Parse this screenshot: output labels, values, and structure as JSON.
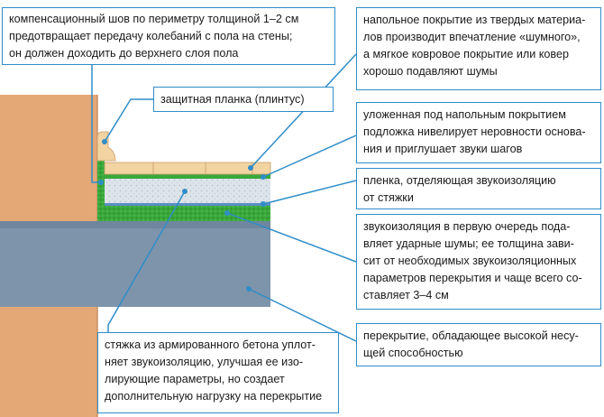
{
  "callouts": {
    "expansion_joint": {
      "lines": [
        "компенсационный шов по периметру толщиной 1–2 см",
        "предотвращает передачу колебаний с пола на стены;",
        "он должен доходить до верхнего слоя пола"
      ]
    },
    "floor_covering": {
      "lines": [
        "напольное покрытие из твердых материа-",
        "лов производит впечатление «шумного»,",
        "а мягкое ковровое покрытие или ковер",
        "хорошо подавляют шумы"
      ]
    },
    "baseboard": {
      "lines": [
        "защитная планка (плинтус)"
      ]
    },
    "underlay": {
      "lines": [
        "уложенная под напольным покрытием",
        "подложка нивелирует неровности основа-",
        "ния и приглушает звуки шагов"
      ]
    },
    "film": {
      "lines": [
        "пленка, отделяющая звукоизоляцию",
        "от стяжки"
      ]
    },
    "sound_insulation": {
      "lines": [
        "звукоизоляция в первую очередь пода-",
        "вляет ударные шумы; ее толщина зави-",
        "сит от необходимых звукоизоляционных",
        "параметров перекрытия и чаще всего со-",
        "ставляет 3–4 см"
      ]
    },
    "slab": {
      "lines": [
        "перекрытие, обладающее высокой несу-",
        "щей способностью"
      ]
    },
    "screed": {
      "lines": [
        "стяжка из армированного бетона уплот-",
        "няет звукоизоляцию, улучшая ее изо-",
        "лирующие параметры, но создает",
        "дополнительную нагрузку на перекрытие"
      ]
    }
  },
  "colors": {
    "callout_border": "#2f8dc8",
    "leader_line": "#2f8dc8",
    "wall": "#e4a877",
    "slab": "#7e94ab",
    "screed": "#dde4ea",
    "insulation": "#39a83c",
    "floor_covering": "#f2d3a2",
    "film": "#5a8fc2"
  }
}
